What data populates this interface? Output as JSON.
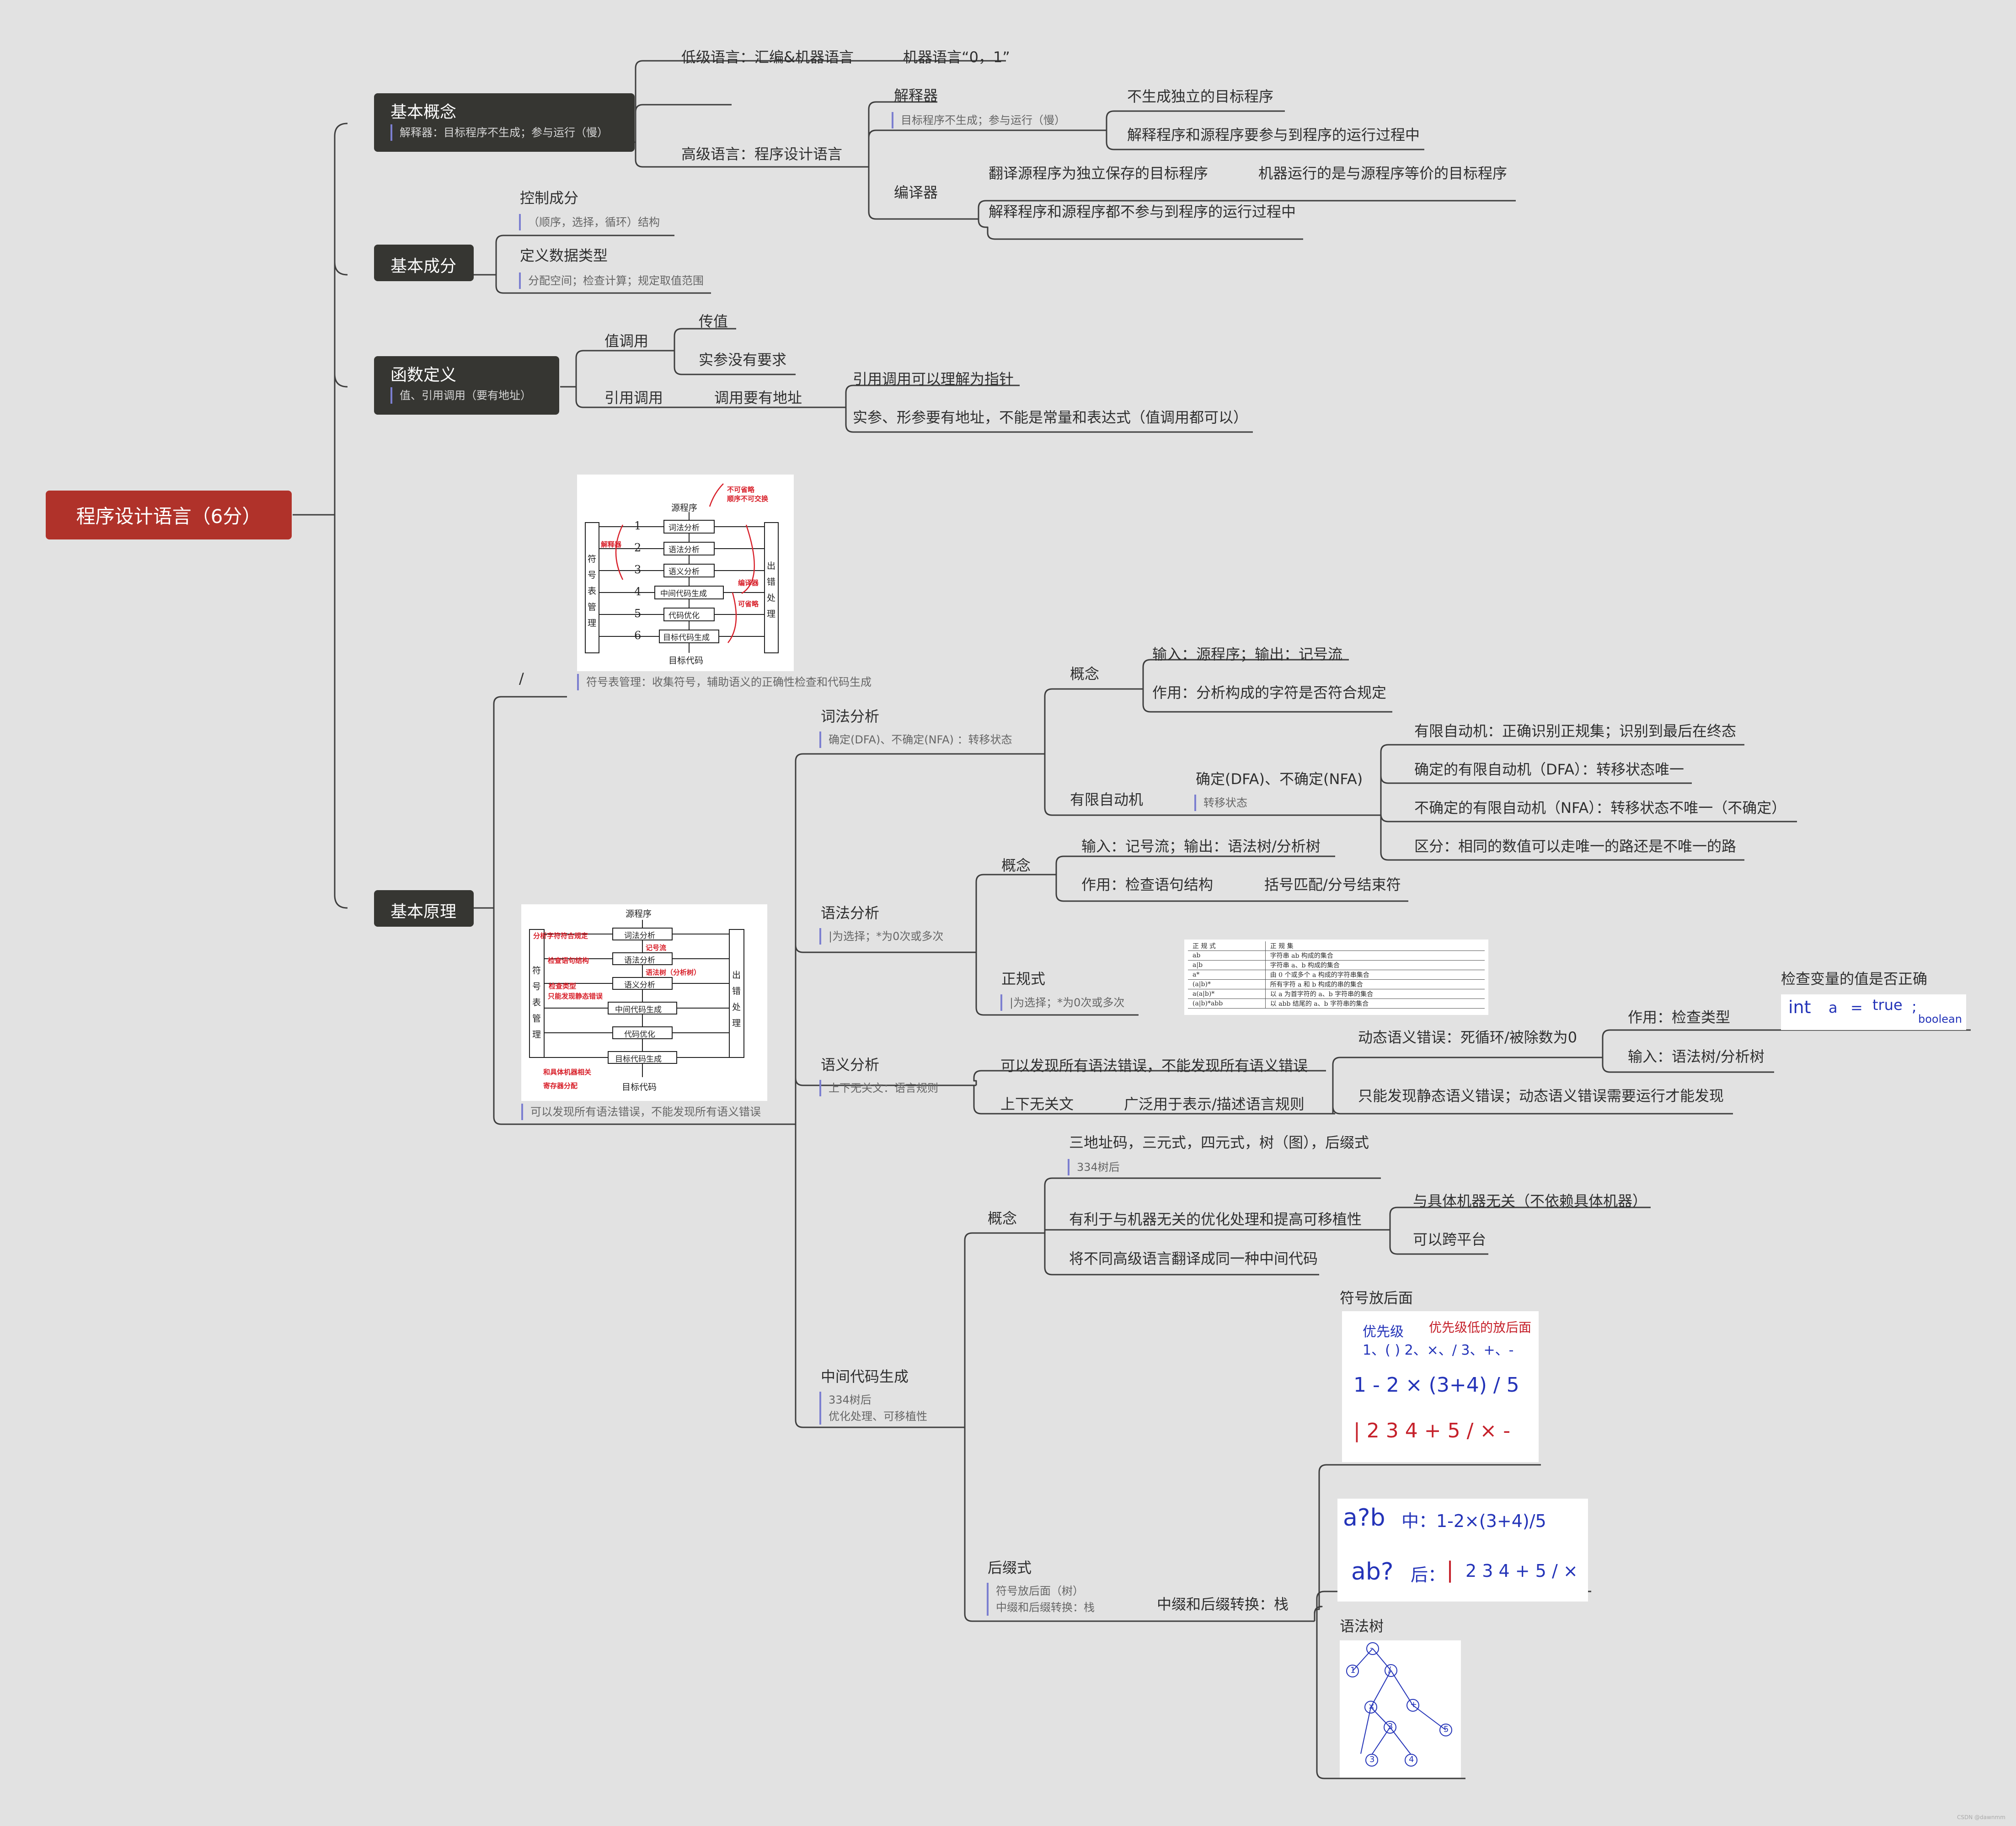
{
  "root": "程序设计语言（6分）",
  "basic_concept": {
    "title": "基本概念",
    "note": "解释器：目标程序不生成；参与运行（慢）",
    "low_level": "低级语言：汇编&机器语言",
    "machine_lang": "机器语言“0，1”",
    "high_level": "高级语言：程序设计语言",
    "interpreter": "解释器",
    "interpreter_note": "目标程序不生成；参与运行（慢）",
    "interp_a": "不生成独立的目标程序",
    "interp_b": "解释程序和源程序要参与到程序的运行过程中",
    "compiler": "编译器",
    "comp_a": "翻译源程序为独立保存的目标程序",
    "comp_a2": "机器运行的是与源程序等价的目标程序",
    "comp_b": "解释程序和源程序都不参与到程序的运行过程中"
  },
  "basic_parts": {
    "title": "基本成分",
    "control": "控制成分",
    "control_note": "（顺序，选择，循环）结构",
    "datatype": "定义数据类型",
    "datatype_note": "分配空间；检查计算；规定取值范围"
  },
  "func_def": {
    "title": "函数定义",
    "note": "值、引用调用（要有地址）",
    "by_value": "值调用",
    "pass_value": "传值",
    "no_req": "实参没有要求",
    "by_ref": "引用调用",
    "need_addr": "调用要有地址",
    "ref_a": "引用调用可以理解为指针",
    "ref_b": "实参、形参要有地址，不能是常量和表达式（值调用都可以）"
  },
  "principle": {
    "title": "基本原理",
    "slash": "/",
    "img1_note": "符号表管理：收集符号，辅助语义的正确性检查和代码生成",
    "img2_note": "可以发现所有语法错误，不能发现所有语义错误",
    "lexical": {
      "title": "词法分析",
      "note": "确定(DFA)、不确定(NFA) ：转移状态",
      "concept": "概念",
      "io": "输入：源程序；输出：记号流",
      "role": "作用：分析构成的字符是否符合规定",
      "fa": "有限自动机",
      "dfa_nfa": "确定(DFA)、不确定(NFA)",
      "dfa_nfa_note": "转移状态",
      "fa1": "有限自动机：正确识别正规集；识别到最后在终态",
      "fa2": "确定的有限自动机（DFA）：转移状态唯一",
      "fa3": "不确定的有限自动机（NFA）：转移状态不唯一（不确定）",
      "fa4": "区分：相同的数值可以走唯一的路还是不唯一的路"
    },
    "syntax": {
      "title": "语法分析",
      "note": "|为选择；*为0次或多次",
      "concept": "概念",
      "io": "输入：记号流；输出：语法树/分析树",
      "role": "作用：检查语句结构",
      "role2": "括号匹配/分号结束符",
      "regex": "正规式",
      "regex_note": "|为选择；*为0次或多次"
    },
    "semantic": {
      "title": "语义分析",
      "note": "上下无关文：语言规则",
      "a": "可以发现所有语法错误，不能发现所有语义错误",
      "cf": "上下无关文",
      "cf2": "广泛用于表示/描述语言规则",
      "dyn": "动态语义错误：死循环/被除数为0",
      "stat": "只能发现静态语义错误；动态语义错误需要运行才能发现",
      "role": "作用：检查类型",
      "io": "输入：语法树/分析树",
      "check": "检查变量的值是否正确",
      "hand": [
        "int",
        "a",
        "=",
        "true",
        ";",
        "boolean"
      ]
    },
    "intermediate": {
      "title": "中间代码生成",
      "note": "334树后\n优化处理、可移植性",
      "concept": "概念",
      "forms": "三地址码，三元式，四元式，树（图），后缀式",
      "forms_note": "334树后",
      "benefit": "有利于与机器无关的优化处理和提高可移植性",
      "indep": "与具体机器无关（不依赖具体机器）",
      "cross": "可以跨平台",
      "same": "将不同高级语言翻译成同一种中间代码",
      "postfix": "后缀式",
      "postfix_note": "符号放后面（树）\n中缀和后缀转换：栈",
      "convert": "中缀和后缀转换：栈",
      "sym_after": "符号放后面",
      "syntax_tree": "语法树",
      "hand1": [
        "优先级",
        "优先级低的放后面",
        "1、( )  2、×、/  3、+、-",
        "1 - 2 × (3+4) / 5",
        "| 2 3 4 + 5 / × -"
      ],
      "hand2": [
        "a?b",
        "中：1-2×(3+4)/5",
        "ab?",
        "后：",
        "|",
        "2 3 4 + 5 / ×"
      ],
      "tree_nodes": [
        "-",
        "1",
        "/",
        "×",
        "5",
        "2",
        "+",
        "3",
        "4"
      ]
    }
  },
  "compiler_diagram1": {
    "top_note1": "不可省略",
    "top_note2": "顺序不可交换",
    "source": "源程序",
    "target": "目标代码",
    "stages": [
      "词法分析",
      "语法分析",
      "语义分析",
      "中间代码生成",
      "代码优化",
      "目标代码生成"
    ],
    "nums": [
      "1",
      "2",
      "3",
      "4",
      "5",
      "6"
    ],
    "left_box": [
      "符",
      "号",
      "表",
      "管",
      "理"
    ],
    "right_box": [
      "出",
      "错",
      "处",
      "理"
    ],
    "interpreter": "解释器",
    "compiler": "编译器",
    "optional": "可省略"
  },
  "compiler_diagram2": {
    "source": "源程序",
    "target": "目标代码",
    "stages": [
      "词法分析",
      "语法分析",
      "语义分析",
      "中间代码生成",
      "代码优化",
      "目标代码生成"
    ],
    "left_box": [
      "符",
      "号",
      "表",
      "管",
      "理"
    ],
    "right_box": [
      "出",
      "错",
      "处",
      "理"
    ],
    "r1": "分析字符符合规定",
    "r2": "记号流",
    "r3": "检查语句结构",
    "r4": "语法树（分析树）",
    "r5": "检查类型",
    "r6": "只能发现静态错误",
    "r7": "和具体机器相关",
    "r8": "寄存器分配"
  },
  "regex_table": {
    "headers": [
      "正 规 式",
      "正 规 集"
    ],
    "rows": [
      [
        "ab",
        "字符串 ab 构成的集合"
      ],
      [
        "a|b",
        "字符串 a、b 构成的集合"
      ],
      [
        "a*",
        "由 0 个或多个 a 构成的字符串集合"
      ],
      [
        "(a|b)*",
        "所有字符 a 和 b 构成的串的集合"
      ],
      [
        "a(a|b)*",
        "以 a 为首字符的 a、b 字符串的集合"
      ],
      [
        "(a|b)*abb",
        "以 abb 结尾的 a、b 字符串的集合"
      ]
    ]
  },
  "watermark": "CSDN @dawnmm"
}
